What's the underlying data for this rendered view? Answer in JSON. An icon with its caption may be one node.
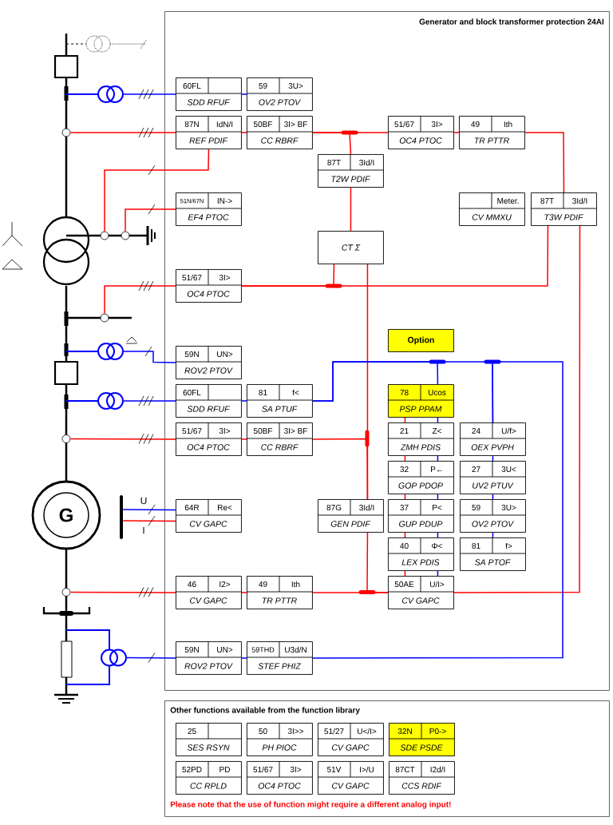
{
  "diagram": {
    "nodes": [
      {
        "text": [
          "Generator and block transformer protection 24AI"
        ]
      },
      {
        "text": [
          "60FL",
          "SDD RFUF"
        ],
        "in": 0
      },
      {
        "text": [
          "59",
          "3U>",
          "OV2 PTOV"
        ],
        "in": 0
      },
      {
        "text": [
          "87N",
          "IdN/I",
          "REF PDIF"
        ],
        "in": 0
      },
      {
        "text": [
          "50BF",
          "3I> BF",
          "CC RBRF"
        ],
        "in": 0
      },
      {
        "text": [
          "51/67",
          "3I>",
          "OC4 PTOC"
        ],
        "in": 0
      },
      {
        "text": [
          "49",
          "Ith",
          "TR PTTR"
        ],
        "in": 0
      },
      {
        "text": [
          "87T",
          "3Id/I",
          "T2W PDIF"
        ],
        "in": 0
      },
      {
        "text": [
          "51N/67N",
          "IN->",
          "EF4 PTOC"
        ],
        "in": 0
      },
      {
        "text": [
          "Meter.",
          "CV MMXU"
        ],
        "in": 0
      },
      {
        "text": [
          "87T",
          "3Id/I",
          "T3W PDIF"
        ],
        "in": 0
      },
      {
        "text": [
          "CT Σ"
        ],
        "in": 0
      },
      {
        "text": [
          "51/67",
          "3I>",
          "OC4 PTOC"
        ],
        "in": 0
      },
      {
        "text": [
          "Option"
        ],
        "in": 0
      },
      {
        "text": [
          "59N",
          "UN>",
          "ROV2 PTOV"
        ],
        "in": 0
      },
      {
        "text": [
          "60FL",
          "SDD RFUF"
        ],
        "in": 0
      },
      {
        "text": [
          "81",
          "f<",
          "SA PTUF"
        ],
        "in": 0
      },
      {
        "text": [
          "78",
          "Ucos",
          "PSP PPAM"
        ],
        "in": 0
      },
      {
        "text": [
          "51/67",
          "3I>",
          "OC4 PTOC"
        ],
        "in": 0
      },
      {
        "text": [
          "50BF",
          "3I> BF",
          "CC RBRF"
        ],
        "in": 0
      },
      {
        "text": [
          "21",
          "Z<",
          "ZMH PDIS"
        ],
        "in": 0
      },
      {
        "text": [
          "24",
          "U/f>",
          "OEX PVPH"
        ],
        "in": 0
      },
      {
        "text": [
          "32",
          "P←",
          "GOP PDOP"
        ],
        "in": 0
      },
      {
        "text": [
          "27",
          "3U<",
          "UV2 PTUV"
        ],
        "in": 0
      },
      {
        "text": [
          "64R",
          "Re<",
          "CV GAPC"
        ],
        "in": 0
      },
      {
        "text": [
          "87G",
          "3Id/I",
          "GEN PDIF"
        ],
        "in": 0
      },
      {
        "text": [
          "37",
          "P<",
          "GUP PDUP"
        ],
        "in": 0
      },
      {
        "text": [
          "59",
          "3U>",
          "OV2 PTOV"
        ],
        "in": 0
      },
      {
        "text": [
          "40",
          "Φ<",
          "LEX PDIS"
        ],
        "in": 0
      },
      {
        "text": [
          "81",
          "f>",
          "SA PTOF"
        ],
        "in": 0
      },
      {
        "text": [
          "46",
          "I2>",
          "CV GAPC"
        ],
        "in": 0
      },
      {
        "text": [
          "49",
          "Ith",
          "TR PTTR"
        ],
        "in": 0
      },
      {
        "text": [
          "50AE",
          "U/I>",
          "CV GAPC"
        ],
        "in": 0
      },
      {
        "text": [
          "59N",
          "UN>",
          "ROV2 PTOV"
        ],
        "in": 0
      },
      {
        "text": [
          "59THD",
          "U3d/N",
          "STEF PHIZ"
        ],
        "in": 0
      },
      {
        "text": [
          "Other functions available from the function library",
          "Please note that the use of function might require a different analog input!"
        ]
      },
      {
        "text": [
          "25",
          "SES RSYN"
        ],
        "in": 35
      },
      {
        "text": [
          "50",
          "3I>>",
          "PH PIOC"
        ],
        "in": 35
      },
      {
        "text": [
          "51/27",
          "U</I>",
          "CV GAPC"
        ],
        "in": 35
      },
      {
        "text": [
          "32N",
          "P0->",
          "SDE PSDE"
        ],
        "in": 35
      },
      {
        "text": [
          "52PD",
          "PD",
          "CC RPLD"
        ],
        "in": 35
      },
      {
        "text": [
          "51/67",
          "3I>",
          "OC4 PTOC"
        ],
        "in": 35
      },
      {
        "text": [
          "51V",
          "I>/U",
          "CV GAPC"
        ],
        "in": 35
      },
      {
        "text": [
          "87CT",
          "I2d/I",
          "CCS RDIF"
        ],
        "in": 35
      },
      {
        "text": [],
        "shape": "circle"
      },
      {
        "text": [],
        "shape": "circle"
      },
      {
        "text": [],
        "shape": "circle"
      },
      {
        "text": [],
        "shape": "circle"
      },
      {
        "text": [],
        "shape": "circle"
      },
      {
        "text": [],
        "shape": "circle"
      },
      {
        "text": [],
        "shape": "circle"
      },
      {
        "text": [],
        "shape": "circle"
      },
      {
        "text": [],
        "shape": "bar"
      },
      {
        "text": [],
        "shape": "circle"
      },
      {
        "text": [],
        "shape": "circle"
      }
    ],
    "edges": [
      {
        "from": 44,
        "to": 1,
        "arrow": "none",
        "color": "#0000ff"
      },
      {
        "from": 1,
        "to": 2,
        "arrow": "none",
        "color": "#0000ff"
      },
      {
        "from": 45,
        "to": 3,
        "arrow": "none"
      },
      {
        "from": 3,
        "to": 4,
        "arrow": "none"
      },
      {
        "from": 4,
        "to": 5,
        "arrow": "none"
      },
      {
        "from": 4,
        "to": 7,
        "arrow": "none"
      },
      {
        "from": 5,
        "to": 6,
        "arrow": "none"
      },
      {
        "from": 6,
        "to": 10,
        "arrow": "none"
      },
      {
        "from": 7,
        "to": 11,
        "arrow": "none"
      },
      {
        "from": 3,
        "to": 46,
        "arrow": "none"
      },
      {
        "from": 47,
        "to": 8,
        "arrow": "none"
      },
      {
        "from": 48,
        "to": 12,
        "arrow": "none"
      },
      {
        "from": 12,
        "to": 11,
        "arrow": "none"
      },
      {
        "from": 12,
        "to": 10,
        "arrow": "none"
      },
      {
        "from": 11,
        "to": 25,
        "arrow": "none"
      },
      {
        "from": 49,
        "to": 14,
        "arrow": "none",
        "color": "#0000ff"
      },
      {
        "from": 50,
        "to": 15,
        "arrow": "none",
        "color": "#0000ff"
      },
      {
        "from": 15,
        "to": 16,
        "arrow": "none",
        "color": "#0000ff"
      },
      {
        "from": 16,
        "to": 17,
        "arrow": "none",
        "color": "#0000ff"
      },
      {
        "from": 16,
        "to": 21,
        "arrow": "none",
        "color": "#0000ff"
      },
      {
        "from": 51,
        "to": 18,
        "arrow": "none"
      },
      {
        "from": 18,
        "to": 19,
        "arrow": "none"
      },
      {
        "from": 19,
        "to": 25,
        "arrow": "none"
      },
      {
        "from": 17,
        "to": 20,
        "arrow": "none"
      },
      {
        "from": 17,
        "to": 20,
        "arrow": "none",
        "color": "#0000ff"
      },
      {
        "from": 20,
        "to": 22,
        "arrow": "none"
      },
      {
        "from": 20,
        "to": 22,
        "arrow": "none",
        "color": "#0000ff"
      },
      {
        "from": 22,
        "to": 26,
        "arrow": "none"
      },
      {
        "from": 22,
        "to": 26,
        "arrow": "none",
        "color": "#0000ff"
      },
      {
        "from": 26,
        "to": 28,
        "arrow": "none"
      },
      {
        "from": 26,
        "to": 28,
        "arrow": "none",
        "color": "#0000ff"
      },
      {
        "from": 28,
        "to": 32,
        "arrow": "none"
      },
      {
        "from": 28,
        "to": 32,
        "arrow": "none",
        "color": "#0000ff"
      },
      {
        "from": 21,
        "to": 23,
        "arrow": "none",
        "color": "#0000ff"
      },
      {
        "from": 23,
        "to": 27,
        "arrow": "none",
        "color": "#0000ff"
      },
      {
        "from": 27,
        "to": 29,
        "arrow": "none",
        "color": "#0000ff"
      },
      {
        "from": 52,
        "to": 24,
        "arrow": "none",
        "label": "U",
        "color": "#0000ff"
      },
      {
        "from": 52,
        "to": 24,
        "arrow": "none",
        "label": "I"
      },
      {
        "from": 53,
        "to": 30,
        "arrow": "none"
      },
      {
        "from": 30,
        "to": 31,
        "arrow": "none"
      },
      {
        "from": 31,
        "to": 32,
        "arrow": "none"
      },
      {
        "from": 25,
        "to": 32,
        "arrow": "none"
      },
      {
        "from": 32,
        "to": 10,
        "arrow": "none"
      },
      {
        "from": 54,
        "to": 33,
        "arrow": "none",
        "color": "#0000ff"
      },
      {
        "from": 33,
        "to": 34,
        "arrow": "none",
        "color": "#0000ff"
      },
      {
        "from": 34,
        "to": 21,
        "arrow": "none",
        "color": "#0000ff"
      }
    ],
    "labels": [
      "G"
    ]
  }
}
